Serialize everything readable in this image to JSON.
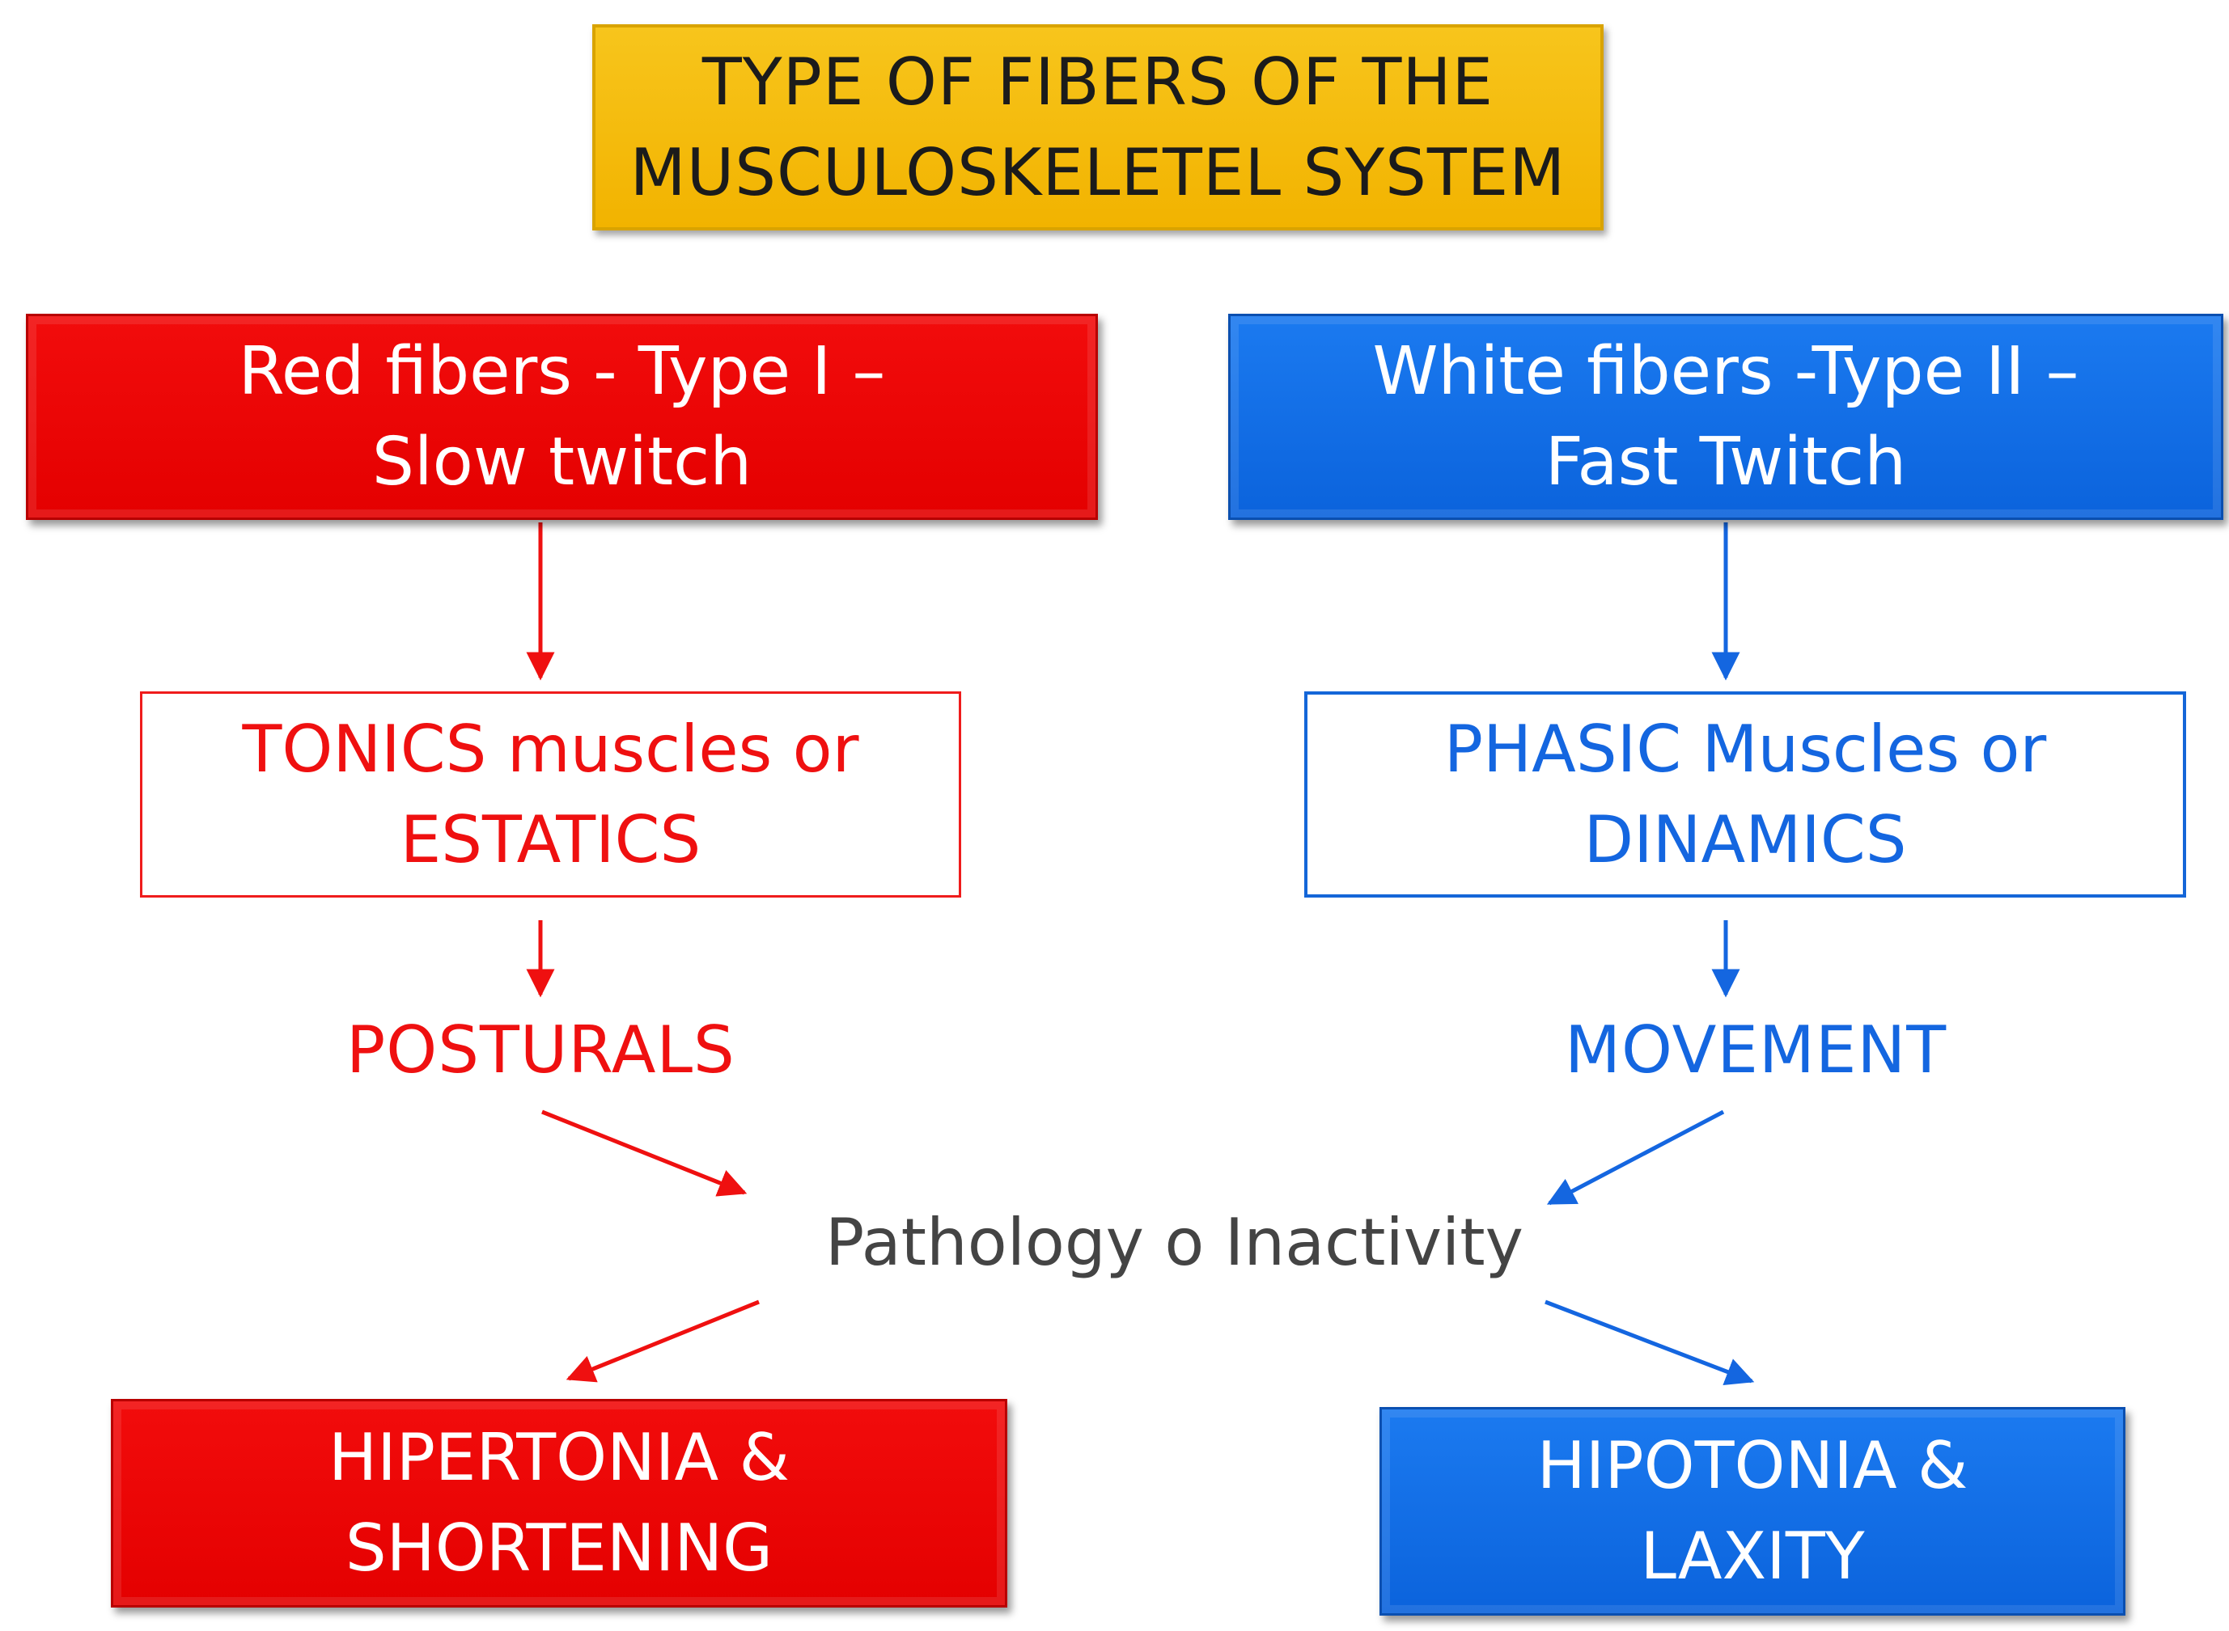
{
  "title": {
    "line1": "TYPE OF FIBERS OF THE",
    "line2": "MUSCULOSKELETEL SYSTEM"
  },
  "left": {
    "fiber": {
      "line1": "Red fibers  - Type I –",
      "line2": "Slow twitch"
    },
    "muscles": {
      "line1": "TONICS muscles or",
      "line2": "ESTATICS"
    },
    "function": "POSTURALS",
    "outcome": {
      "line1": "HIPERTONIA &",
      "line2": "SHORTENING"
    }
  },
  "right": {
    "fiber": {
      "line1": "White fibers -Type II –",
      "line2": "Fast Twitch"
    },
    "muscles": {
      "line1": "PHASIC Muscles or",
      "line2": "DINAMICS"
    },
    "function": "MOVEMENT",
    "outcome": {
      "line1": "HIPOTONIA &",
      "line2": "LAXITY"
    }
  },
  "center": "Pathology o Inactivity",
  "colors": {
    "red": "#ef1010",
    "blue": "#1466e0",
    "gold": "#f5bd0a",
    "gray_text": "#444444"
  }
}
